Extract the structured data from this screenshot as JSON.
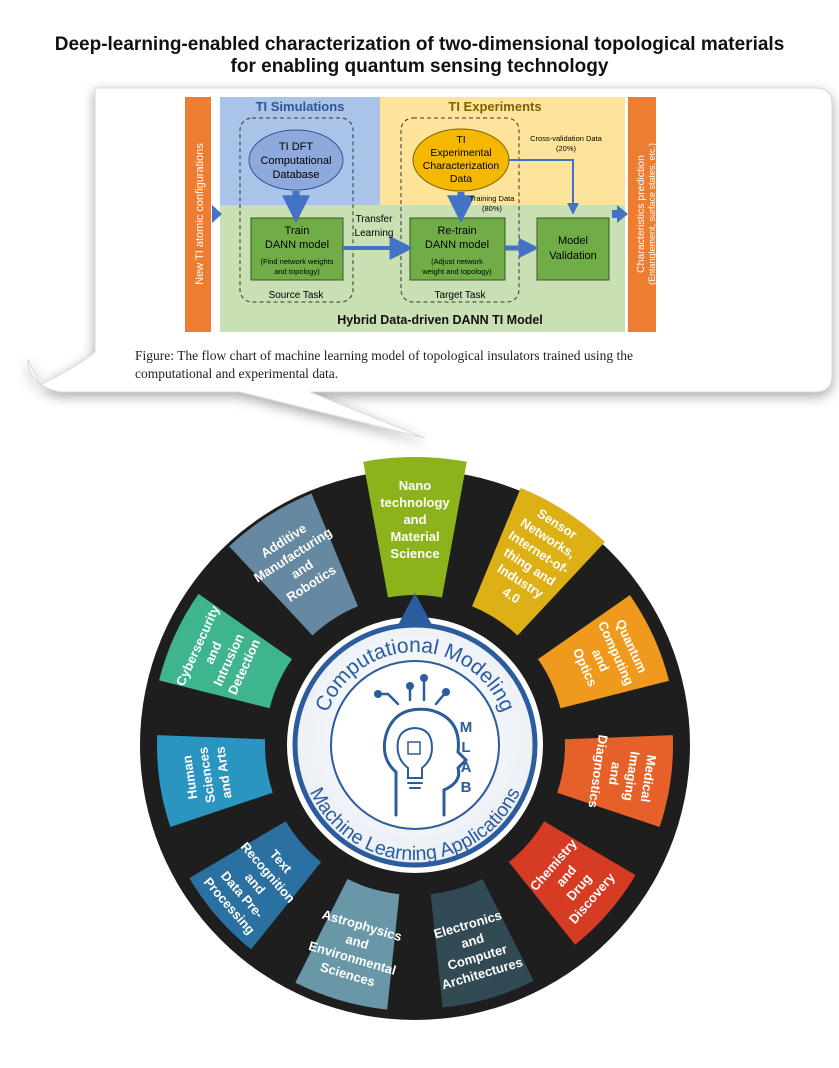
{
  "header": {
    "title_line1": "Deep-learning-enabled characterization of two-dimensional topological materials",
    "title_line2": "for enabling quantum sensing technology"
  },
  "flowchart": {
    "left_bar": "New TI atomic configurations",
    "right_bar_line1": "Characteristics prediction",
    "right_bar_line2": "(Entanglement, surface states, etc.)",
    "sim_header": "TI Simulations",
    "exp_header": "TI Experiments",
    "db_line1": "TI DFT",
    "db_line2": "Computational",
    "db_line3": "Database",
    "exp_line1": "TI",
    "exp_line2": "Experimental",
    "exp_line3": "Characterization",
    "exp_line4": "Data",
    "train_line1": "Train",
    "train_line2": "DANN model",
    "train_sub1": "(Find network weights",
    "train_sub2": "and topology)",
    "retrain_line1": "Re-train",
    "retrain_line2": "DANN model",
    "retrain_sub1": "(Adjust network",
    "retrain_sub2": "weight and topology)",
    "validation_line1": "Model",
    "validation_line2": "Validation",
    "transfer_line1": "Transfer",
    "transfer_line2": "Learning",
    "training_data_line1": "Training Data",
    "training_data_line2": "(80%)",
    "cv_line1": "Cross-validation Data",
    "cv_line2": "(20%)",
    "source_task": "Source Task",
    "target_task": "Target Task",
    "hybrid_label": "Hybrid Data-driven DANN TI Model"
  },
  "caption": {
    "line1": "Figure: The flow chart of machine learning model of topological insulators trained using the",
    "line2": "computational and experimental  data."
  },
  "wheel": {
    "ring_top": "Computational Modeling",
    "ring_bottom": "Machine Learning Applications",
    "lab_letters": [
      "M",
      "L",
      "A",
      "B"
    ],
    "segments": [
      {
        "lines": [
          "Nano",
          "technology",
          "and",
          "Material",
          "Science"
        ],
        "color": "#8cb31b"
      },
      {
        "lines": [
          "Sensor",
          "Networks,",
          "Internet-of-",
          "thing and",
          "Industry",
          "4.0"
        ],
        "color": "#ddb016"
      },
      {
        "lines": [
          "Quantum",
          "Computing",
          "and",
          "Optics"
        ],
        "color": "#ef9a1d"
      },
      {
        "lines": [
          "Medical",
          "Imaging",
          "and",
          "Diagnostics"
        ],
        "color": "#e6612a"
      },
      {
        "lines": [
          "Chemistry",
          "and",
          "Drug",
          "Discovery"
        ],
        "color": "#d63b24"
      },
      {
        "lines": [
          "Electronics",
          "and",
          "Computer",
          "Architectures"
        ],
        "color": "#314a54"
      },
      {
        "lines": [
          "Astrophysics",
          "and",
          "Environmental",
          "Sciences"
        ],
        "color": "#6a97a8"
      },
      {
        "lines": [
          "Text",
          "Recognition",
          "and",
          "Data Pre-",
          "Processing"
        ],
        "color": "#2a70a0"
      },
      {
        "lines": [
          "Human",
          "Sciences",
          "and Arts"
        ],
        "color": "#2a95c0"
      },
      {
        "lines": [
          "Cybersecurity",
          "and",
          "Intrusion",
          "Detection"
        ],
        "color": "#3fb58f"
      },
      {
        "lines": [
          "Additive",
          "Manufacturing",
          "and",
          "Robotics"
        ],
        "color": "#6688a0"
      }
    ]
  }
}
